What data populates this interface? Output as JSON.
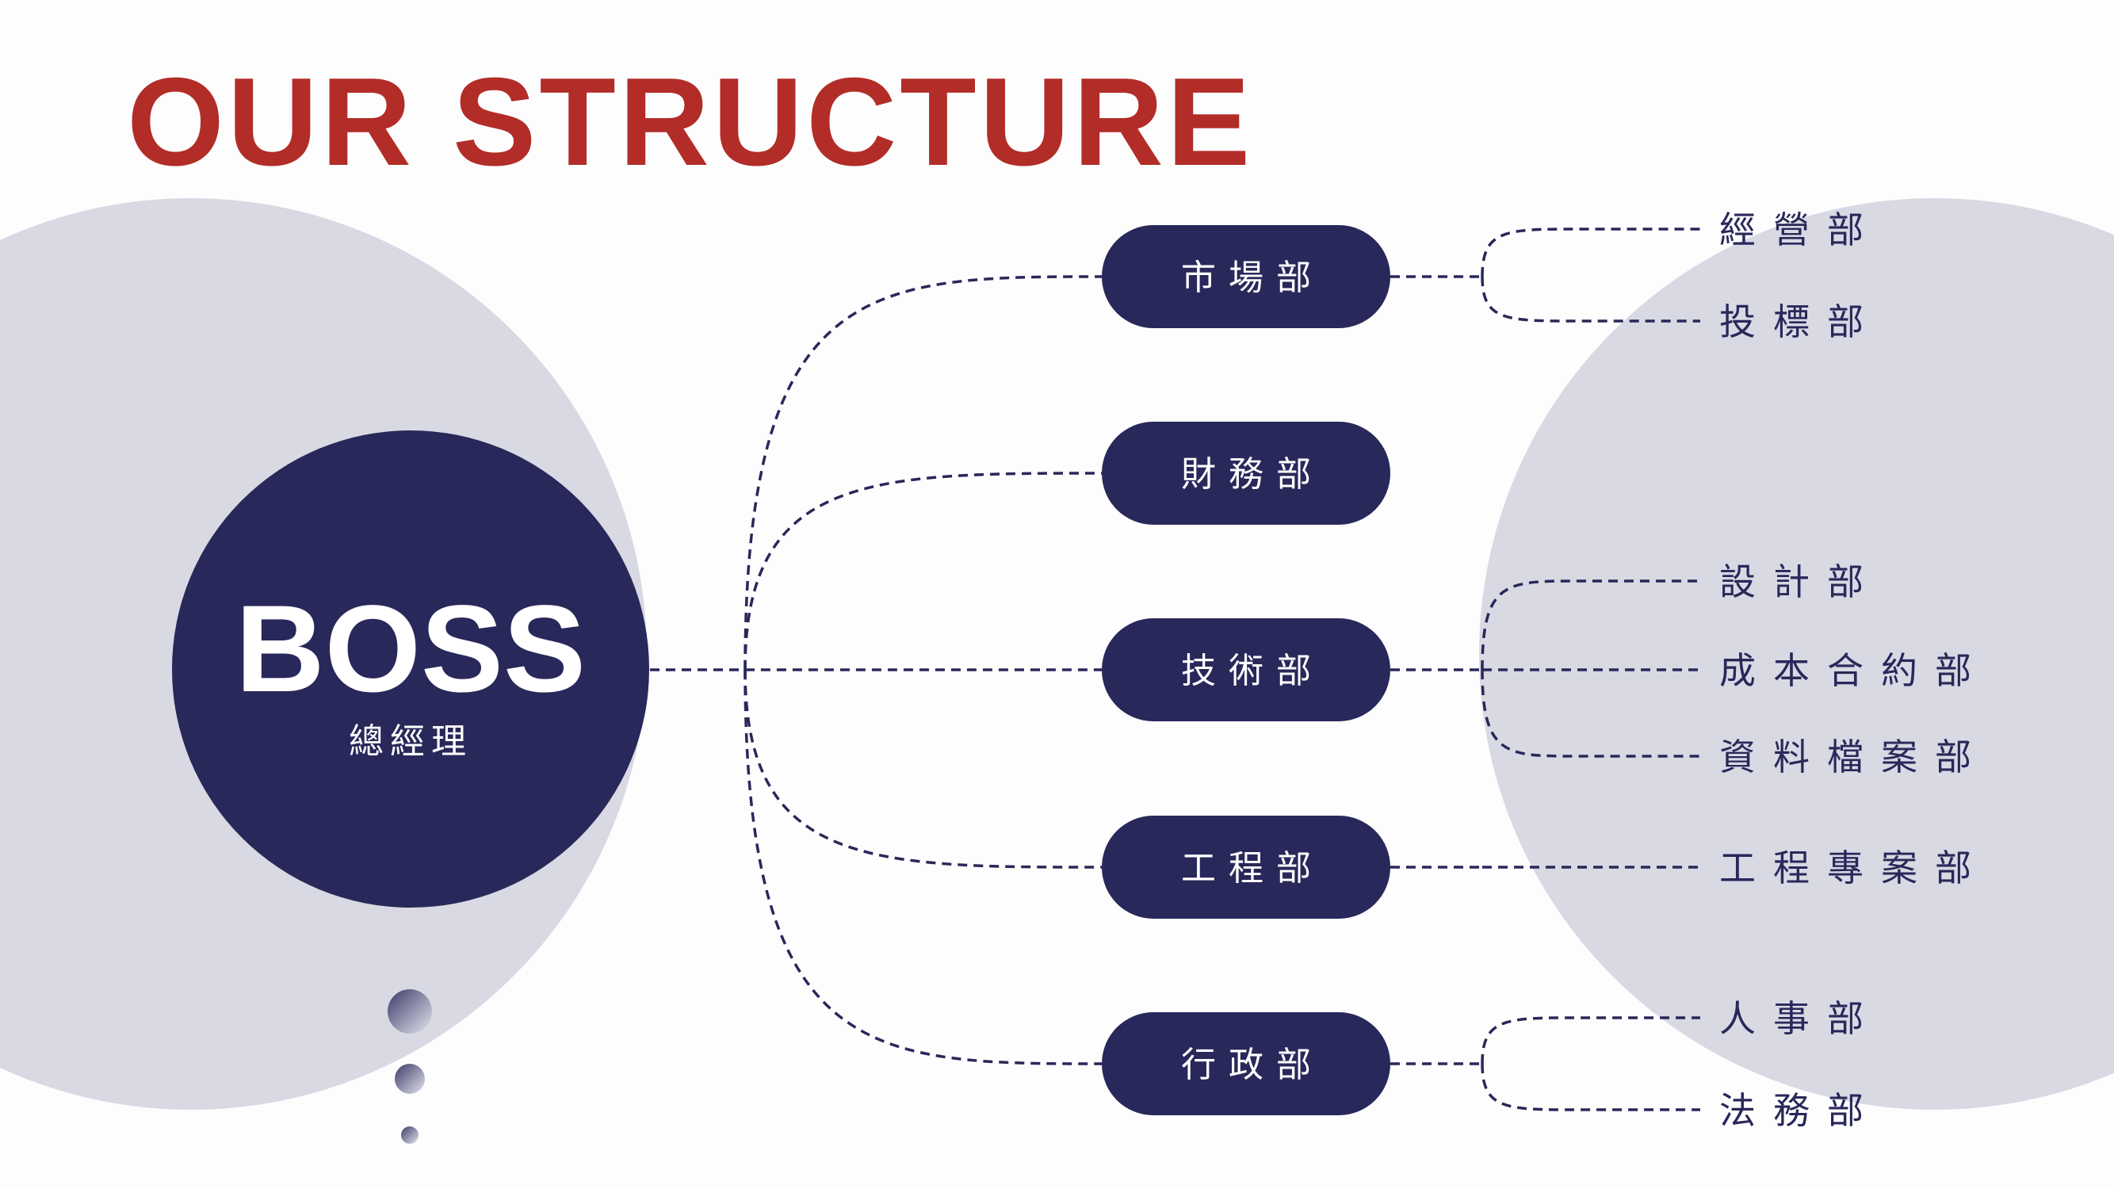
{
  "title": "OUR STRUCTURE",
  "colors": {
    "accent": "#b22d28",
    "navy": "#29285a",
    "light": "#d8d9e3"
  },
  "boss": {
    "title": "BOSS",
    "subtitle": "總經理"
  },
  "departments": [
    {
      "name": "市場部",
      "children": [
        "經營部",
        "投標部"
      ]
    },
    {
      "name": "財務部",
      "children": []
    },
    {
      "name": "技術部",
      "children": [
        "設計部",
        "成本合約部",
        "資料檔案部"
      ]
    },
    {
      "name": "工程部",
      "children": [
        "工程專案部"
      ]
    },
    {
      "name": "行政部",
      "children": [
        "人事部",
        "法務部"
      ]
    }
  ]
}
